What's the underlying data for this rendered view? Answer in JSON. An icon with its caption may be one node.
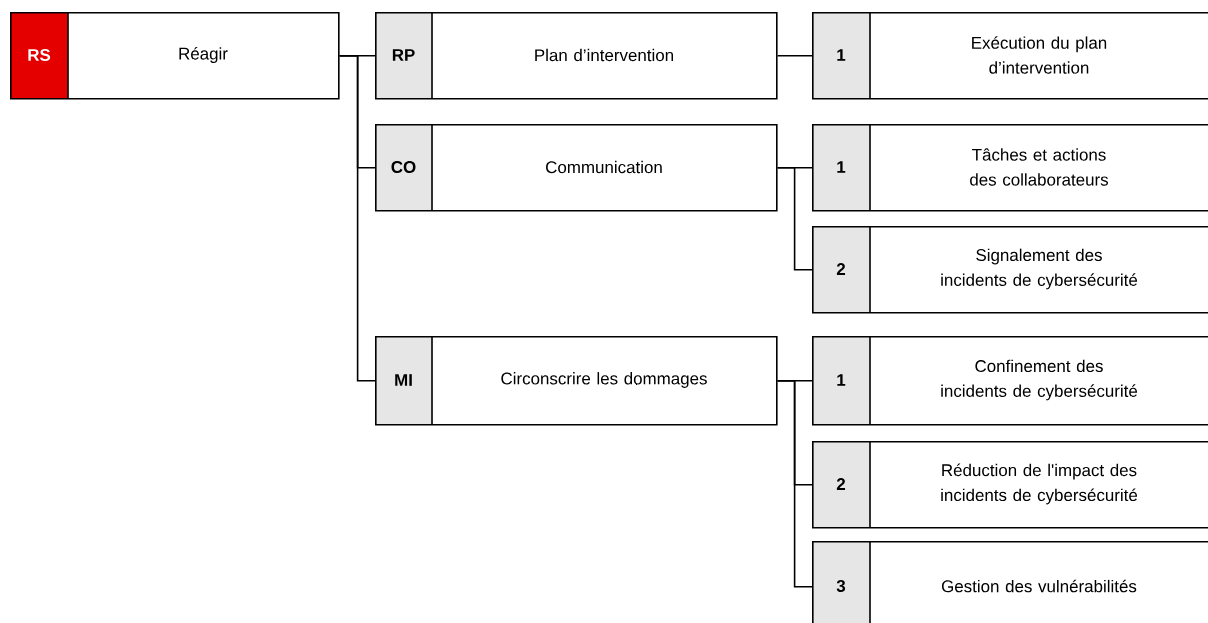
{
  "diagram": {
    "nodes": [
      {
        "text": [
          "RS",
          "Réagir"
        ]
      },
      {
        "text": [
          "RP",
          "Plan d’intervention"
        ]
      },
      {
        "text": [
          "1",
          "Exécution du plan d’intervention"
        ]
      },
      {
        "text": [
          "CO",
          "Communication"
        ]
      },
      {
        "text": [
          "1",
          "Tâches et actions des collaborateurs"
        ]
      },
      {
        "text": [
          "2",
          "Signalement des incidents de cybersécurité"
        ]
      },
      {
        "text": [
          "MI",
          "Circonscrire les dommages"
        ]
      },
      {
        "text": [
          "1",
          "Confinement des incidents de cybersécurité"
        ]
      },
      {
        "text": [
          "2",
          "Réduction de l'impact des incidents de cybersécurité"
        ]
      },
      {
        "text": [
          "3",
          "Gestion des vulnérabilités"
        ]
      }
    ],
    "edges": [
      {
        "from": 0,
        "to": 1,
        "arrow": "none"
      },
      {
        "from": 0,
        "to": 3,
        "arrow": "none"
      },
      {
        "from": 0,
        "to": 6,
        "arrow": "none"
      },
      {
        "from": 1,
        "to": 2,
        "arrow": "none"
      },
      {
        "from": 3,
        "to": 4,
        "arrow": "none"
      },
      {
        "from": 3,
        "to": 5,
        "arrow": "none"
      },
      {
        "from": 6,
        "to": 7,
        "arrow": "none"
      },
      {
        "from": 6,
        "to": 8,
        "arrow": "none"
      },
      {
        "from": 6,
        "to": 9,
        "arrow": "none"
      }
    ]
  }
}
